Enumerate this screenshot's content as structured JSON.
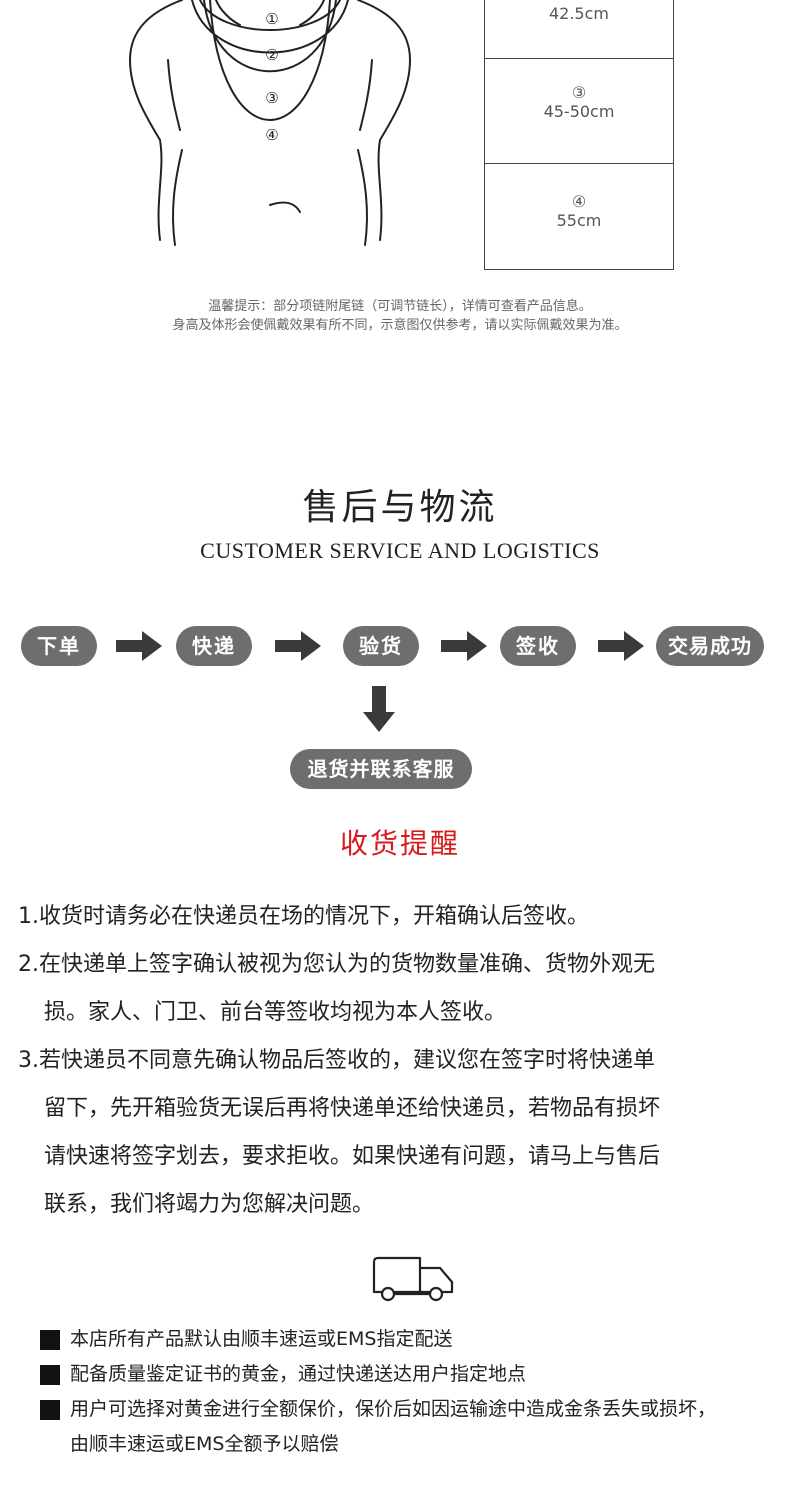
{
  "size_chart": {
    "rows": [
      {
        "num": "",
        "value": "42.5cm"
      },
      {
        "num": "③",
        "value": "45-50cm"
      },
      {
        "num": "④",
        "value": "55cm"
      }
    ],
    "figure_markers": [
      "①",
      "②",
      "③",
      "④"
    ]
  },
  "tips": {
    "line1": "温馨提示：部分项链附尾链（可调节链长），详情可查看产品信息。",
    "line2": "身高及体形会使佩戴效果有所不同，示意图仅供参考，请以实际佩戴效果为准。"
  },
  "section": {
    "title": "售后与物流",
    "subtitle": "CUSTOMER SERVICE AND LOGISTICS"
  },
  "flow": {
    "steps": [
      "下单",
      "快递",
      "验货",
      "签收",
      "交易成功"
    ],
    "return_step": "退货并联系客服",
    "pill_color": "#6d6e70",
    "arrow_color": "#3a3a3a"
  },
  "remind": {
    "title": "收货提醒",
    "title_color": "#d7191c",
    "rules": [
      {
        "first": "1.收货时请务必在快递员在场的情况下，开箱确认后签收。",
        "rest": []
      },
      {
        "first": "2.在快递单上签字确认被视为您认为的货物数量准确、货物外观无",
        "rest": [
          "损。家人、门卫、前台等签收均视为本人签收。"
        ]
      },
      {
        "first": "3.若快递员不同意先确认物品后签收的，建议您在签字时将快递单",
        "rest": [
          "留下，先开箱验货无误后再将快递单还给快递员，若物品有损坏",
          "请快速将签字划去，要求拒收。如果快递有问题，请马上与售后",
          "联系，我们将竭力为您解决问题。"
        ]
      }
    ]
  },
  "logistics_notes": [
    {
      "lines": [
        "本店所有产品默认由顺丰速运或EMS指定配送"
      ]
    },
    {
      "lines": [
        "配备质量鉴定证书的黄金，通过快递送达用户指定地点"
      ]
    },
    {
      "lines": [
        "用户可选择对黄金进行全额保价，保价后如因运输途中造成金条丢失或损坏，",
        "由顺丰速运或EMS全额予以赔偿"
      ]
    }
  ],
  "icons": {
    "truck": "truck-icon",
    "bullet": "square-bullet-icon",
    "arrow": "arrow-icon"
  }
}
